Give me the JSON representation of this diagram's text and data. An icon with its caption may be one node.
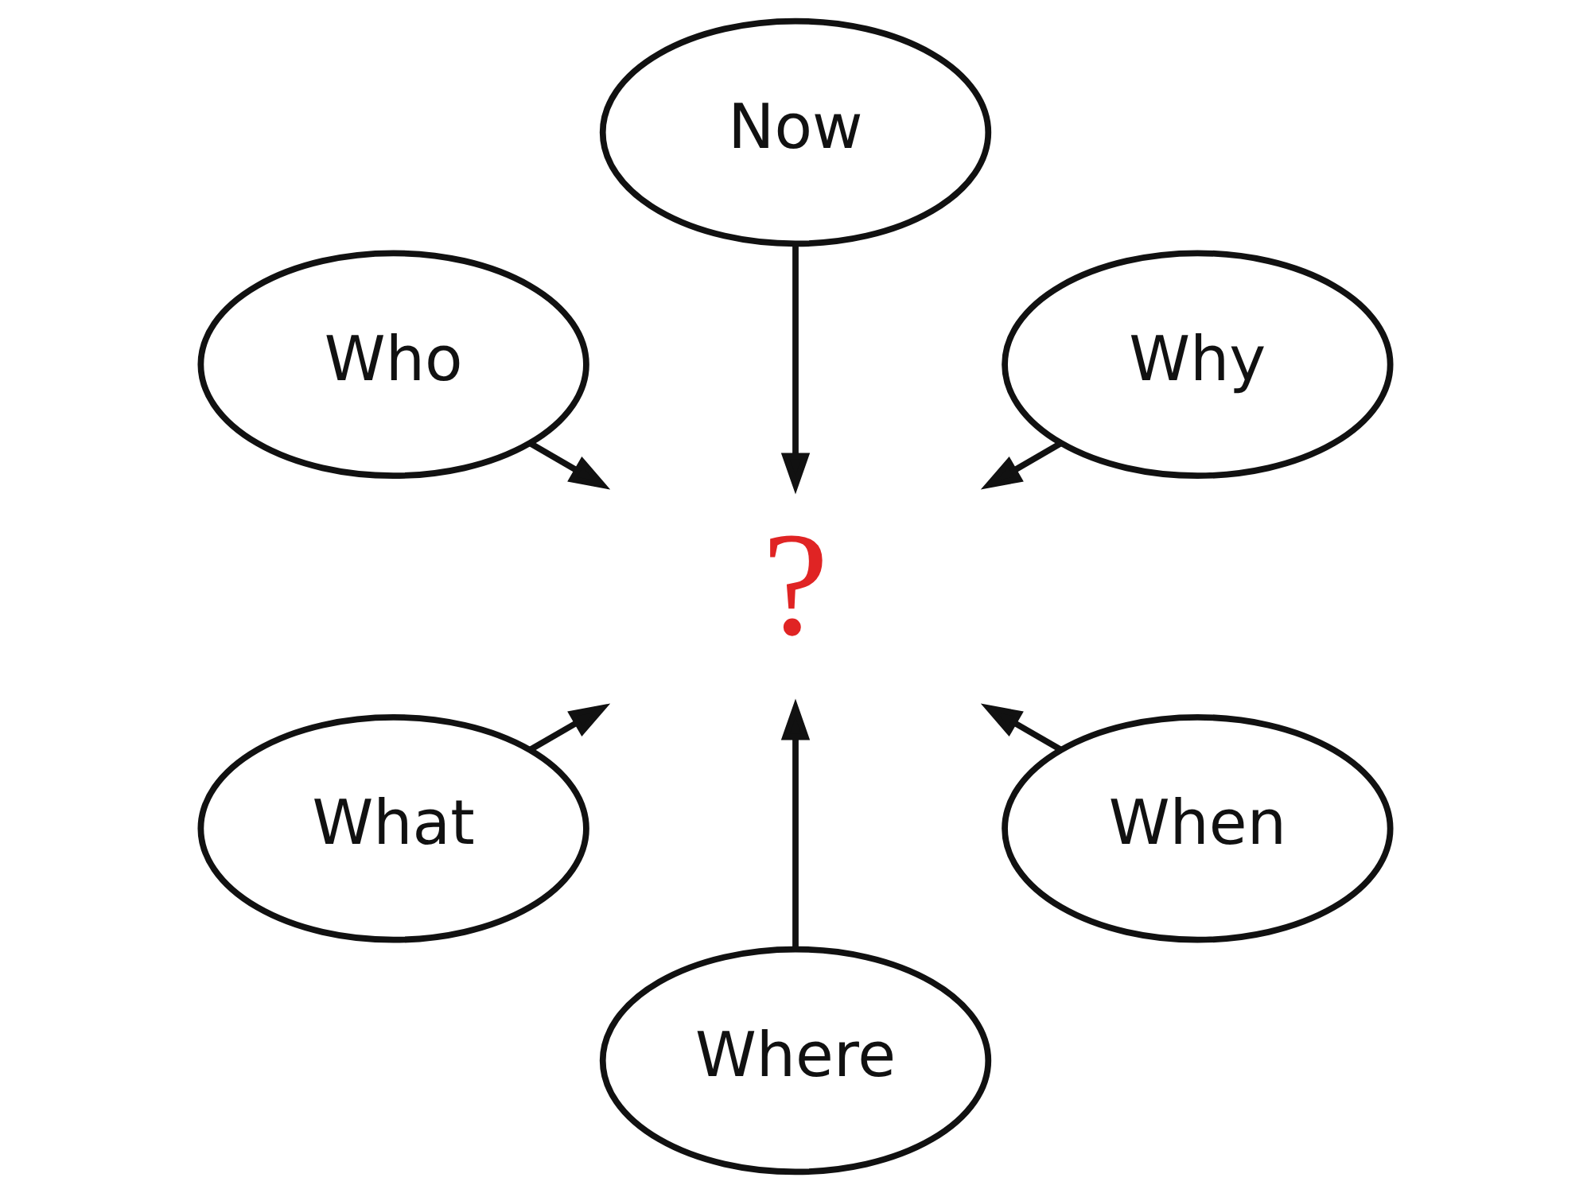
{
  "diagram": {
    "nodes": [
      {
        "text": [
          "Now"
        ]
      },
      {
        "text": [
          "Who"
        ]
      },
      {
        "text": [
          "Why"
        ]
      },
      {
        "text": [
          "?"
        ]
      },
      {
        "text": [
          "What"
        ]
      },
      {
        "text": [
          "When"
        ]
      },
      {
        "text": [
          "Where"
        ]
      }
    ],
    "edges": [
      {
        "from": 0,
        "to": 3,
        "arrow": "to"
      },
      {
        "from": 1,
        "to": 3,
        "arrow": "to"
      },
      {
        "from": 2,
        "to": 3,
        "arrow": "to"
      },
      {
        "from": 4,
        "to": 3,
        "arrow": "to"
      },
      {
        "from": 5,
        "to": 3,
        "arrow": "to"
      },
      {
        "from": 6,
        "to": 3,
        "arrow": "to"
      }
    ]
  }
}
